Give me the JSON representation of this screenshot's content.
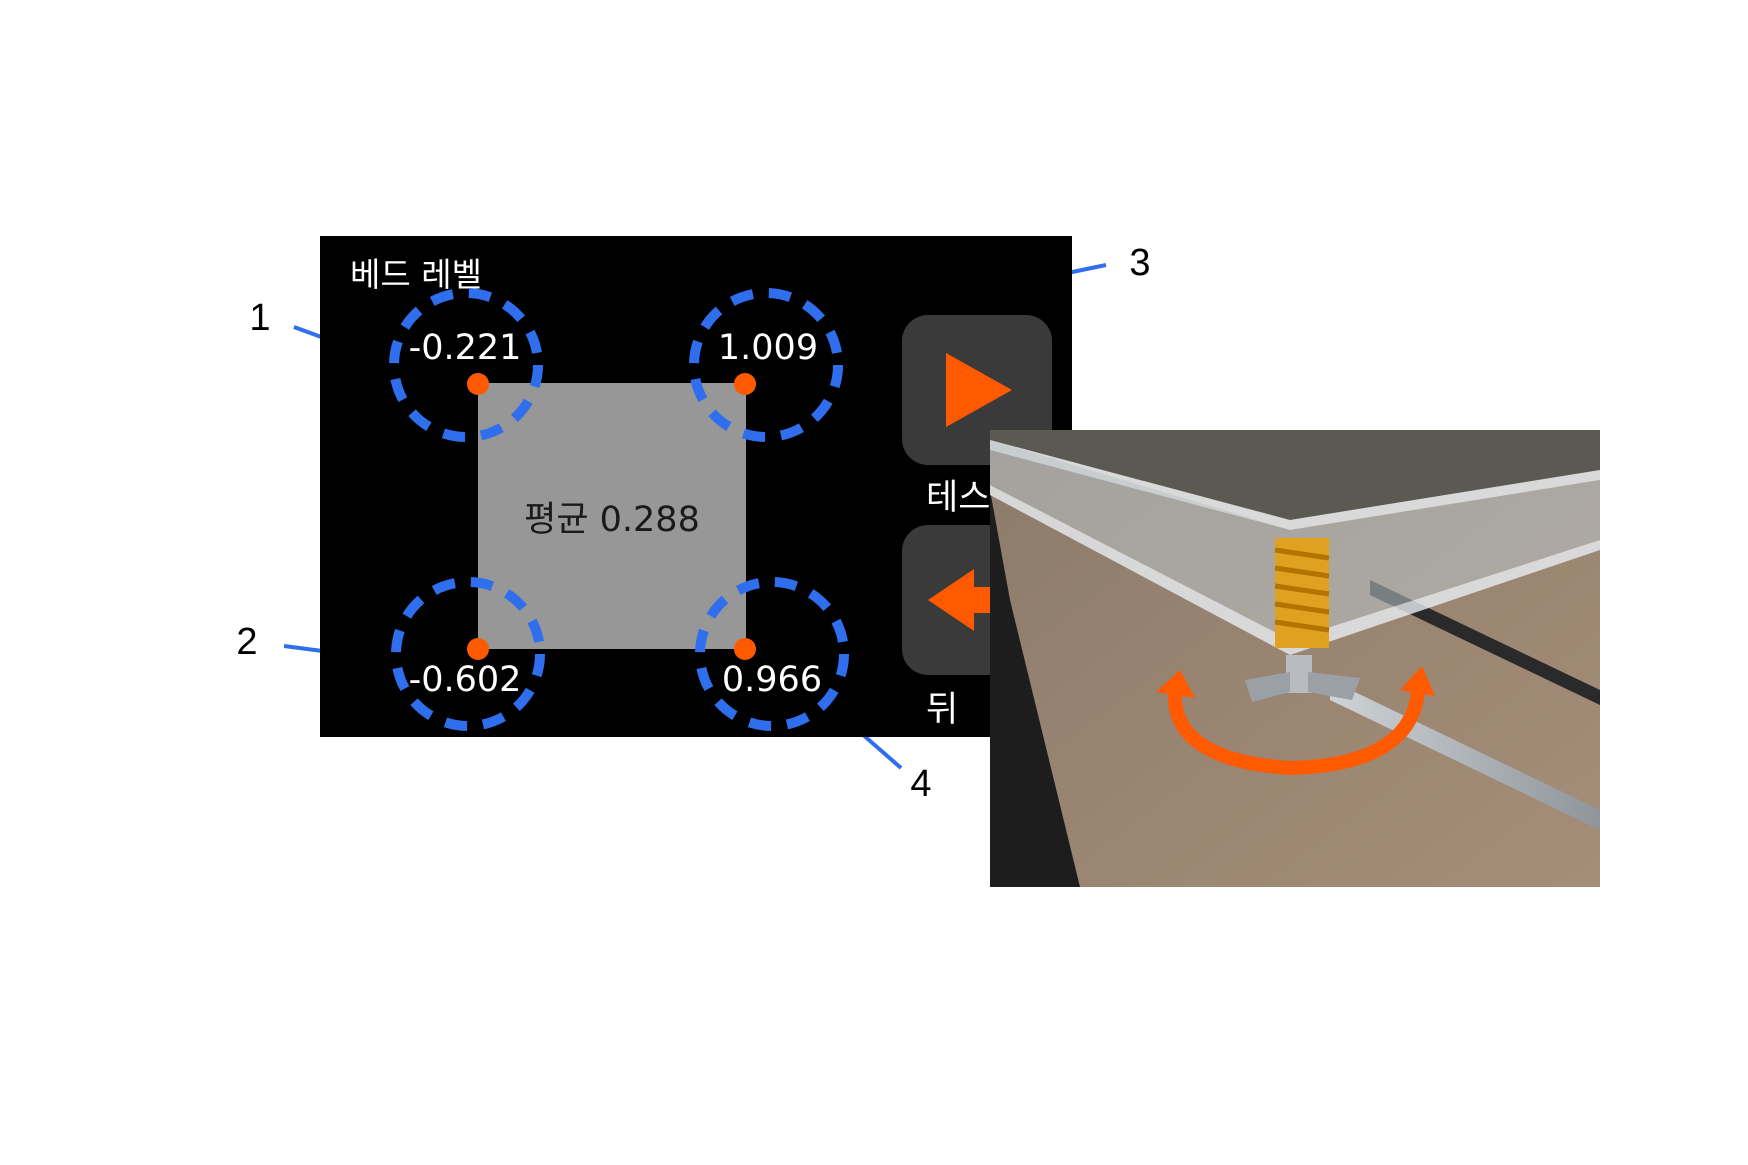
{
  "screen": {
    "title": "베드 레벨",
    "points": [
      {
        "label": "1",
        "value": "-0.221"
      },
      {
        "label": "2",
        "value": "-0.602"
      },
      {
        "label": "3",
        "value": "1.009"
      },
      {
        "label": "4",
        "value": "0.966"
      }
    ],
    "average_text": "평균 0.288",
    "buttons": [
      {
        "label": "테스",
        "icon": "play-icon"
      },
      {
        "label": "뒤",
        "icon": "back-arrow-icon"
      }
    ]
  },
  "photo": {
    "subject": "bed-leveling-knob-photo",
    "icons": [
      "rotate-arrow-icon"
    ]
  },
  "colors": {
    "accent_blue": "#2f6fee",
    "point_orange": "#ff5a00",
    "screen_bg": "#000000",
    "mesh_gray": "#979797",
    "button_gray": "#3a3a3a"
  }
}
